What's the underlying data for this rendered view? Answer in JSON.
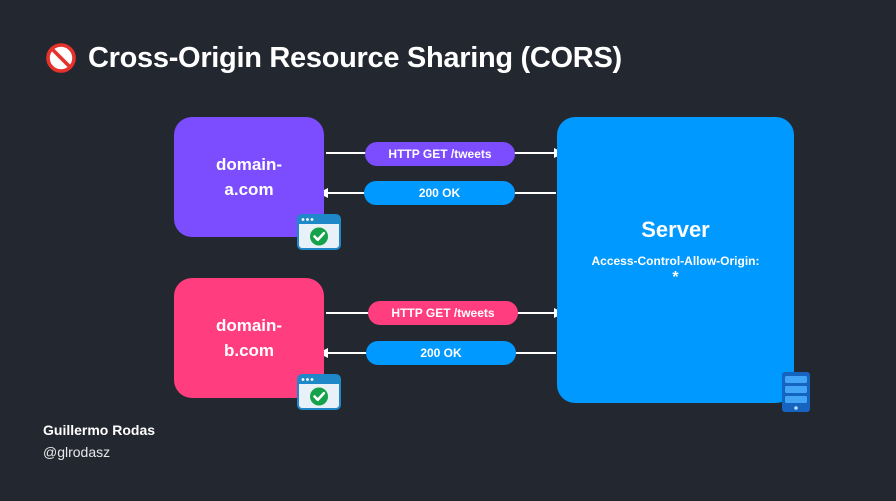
{
  "title": "Cross-Origin Resource Sharing (CORS)",
  "clients": [
    {
      "label": "domain-\na.com",
      "request_label": "HTTP GET /tweets",
      "response_label": "200 OK",
      "color": "#7c4dff",
      "status": "allowed"
    },
    {
      "label": "domain-\nb.com",
      "request_label": "HTTP GET /tweets",
      "response_label": "200 OK",
      "color": "#ff3d7f",
      "status": "allowed"
    }
  ],
  "server": {
    "title": "Server",
    "header_name": "Access-Control-Allow-Origin:",
    "header_value": "*",
    "color": "#0099ff"
  },
  "author": {
    "name": "Guillermo Rodas",
    "handle": "@glrodasz"
  },
  "icons": {
    "title_icon": "no-entry-icon",
    "client_badge": "browser-window-check-icon",
    "server_badge": "server-rack-icon"
  }
}
